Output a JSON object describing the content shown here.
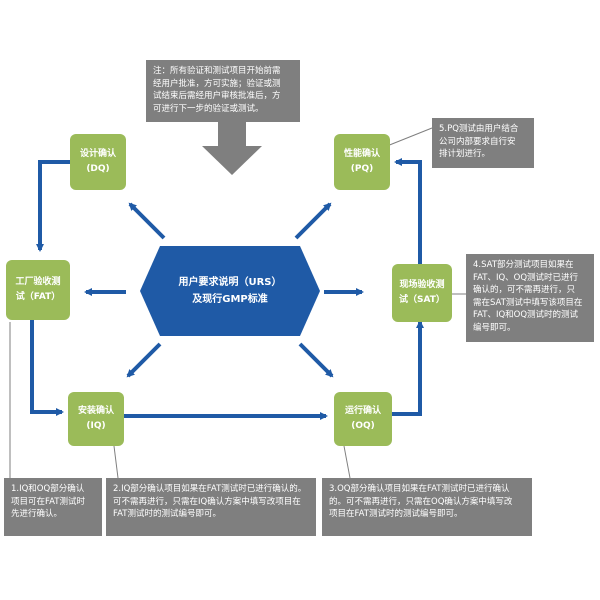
{
  "center": {
    "line1": "用户要求说明（URS）",
    "line2": "及现行GMP标准"
  },
  "nodes": {
    "dq": {
      "name": "设计确认",
      "code": "(DQ)"
    },
    "pq": {
      "name": "性能确认",
      "code": "(PQ)"
    },
    "fat": {
      "name": "工厂验收测",
      "code": "试（FAT）"
    },
    "sat": {
      "name": "现场验收测",
      "code": "试（SAT）"
    },
    "iq": {
      "name": "安装确认",
      "code": "(IQ)"
    },
    "oq": {
      "name": "运行确认",
      "code": "(OQ)"
    }
  },
  "notes": {
    "top": [
      "注：所有验证和测试项目开始前需",
      "经用户批准，方可实施；验证或测",
      "试结束后需经用户审核批准后，方",
      "可进行下一步的验证或测试。"
    ],
    "pq": [
      "5.PQ测试由用户结合",
      "公司内部要求自行安",
      "排计划进行。"
    ],
    "sat": [
      "4.SAT部分测试项目如果在",
      "FAT、IQ、OQ测试时已进行",
      "确认的，可不需再进行，只",
      "需在SAT测试中填写该项目在",
      "FAT、IQ和OQ测试时的测试",
      "编号即可。"
    ],
    "iq_fat": [
      "1.IQ和OQ部分确认",
      "项目可在FAT测试时",
      "先进行确认。"
    ],
    "iq": [
      "2.IQ部分确认项目如果在FAT测试时已进行确认的。",
      "可不需再进行，只需在IQ确认方案中填写改项目在",
      "FAT测试时的测试编号即可。"
    ],
    "oq": [
      "3.OQ部分确认项目如果在FAT测试时已进行确认",
      "的。可不需再进行，只需在OQ确认方案中填写改",
      "项目在FAT测试时的测试编号即可。"
    ]
  },
  "colors": {
    "node": "#9bbb59",
    "flow": "#1f5aa6",
    "center": "#1f5aa6",
    "note": "#7f7f7f",
    "big_arrow": "#7f7f7f"
  }
}
